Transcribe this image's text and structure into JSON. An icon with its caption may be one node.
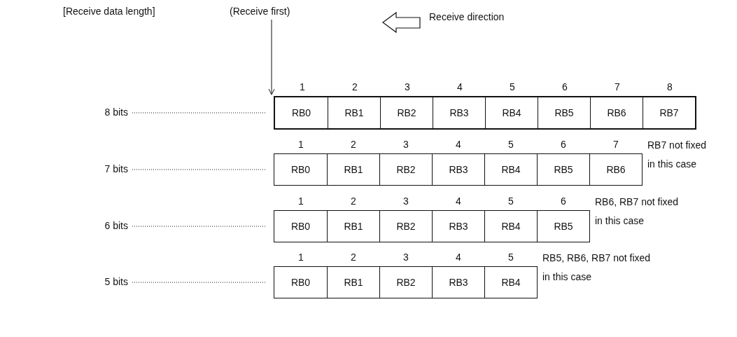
{
  "diagram": {
    "nodes": [
      {
        "text": [
          "(Receive first)"
        ]
      },
      {
        "text": [
          "8 bits"
        ]
      },
      {
        "text": [],
        "shape": "box"
      },
      {
        "text": [
          "RB0"
        ],
        "beside": [
          "1"
        ],
        "in": 2
      },
      {
        "text": [
          "RB1"
        ],
        "beside": [
          "2"
        ],
        "in": 2
      },
      {
        "text": [
          "RB2"
        ],
        "beside": [
          "3"
        ],
        "in": 2
      },
      {
        "text": [
          "RB3"
        ],
        "beside": [
          "4"
        ],
        "in": 2
      },
      {
        "text": [
          "RB4"
        ],
        "beside": [
          "5"
        ],
        "in": 2
      },
      {
        "text": [
          "RB5"
        ],
        "beside": [
          "6"
        ],
        "in": 2
      },
      {
        "text": [
          "RB6"
        ],
        "beside": [
          "7"
        ],
        "in": 2
      },
      {
        "text": [
          "RB7"
        ],
        "beside": [
          "8"
        ],
        "in": 2
      },
      {
        "text": [
          "7 bits"
        ]
      },
      {
        "text": [],
        "shape": "box",
        "beside": [
          "RB7 not fixed in this case"
        ]
      },
      {
        "text": [
          "RB0"
        ],
        "beside": [
          "1"
        ],
        "in": 12
      },
      {
        "text": [
          "RB1"
        ],
        "beside": [
          "2"
        ],
        "in": 12
      },
      {
        "text": [
          "RB2"
        ],
        "beside": [
          "3"
        ],
        "in": 12
      },
      {
        "text": [
          "RB3"
        ],
        "beside": [
          "4"
        ],
        "in": 12
      },
      {
        "text": [
          "RB4"
        ],
        "beside": [
          "5"
        ],
        "in": 12
      },
      {
        "text": [
          "RB5"
        ],
        "beside": [
          "6"
        ],
        "in": 12
      },
      {
        "text": [
          "RB6"
        ],
        "beside": [
          "7"
        ],
        "in": 12
      },
      {
        "text": [
          "6 bits"
        ]
      },
      {
        "text": [],
        "shape": "box",
        "beside": [
          "RB6, RB7 not fixed in this case"
        ]
      },
      {
        "text": [
          "RB0"
        ],
        "beside": [
          "1"
        ],
        "in": 21
      },
      {
        "text": [
          "RB1"
        ],
        "beside": [
          "2"
        ],
        "in": 21
      },
      {
        "text": [
          "RB2"
        ],
        "beside": [
          "3"
        ],
        "in": 21
      },
      {
        "text": [
          "RB3"
        ],
        "beside": [
          "4"
        ],
        "in": 21
      },
      {
        "text": [
          "RB4"
        ],
        "beside": [
          "5"
        ],
        "in": 21
      },
      {
        "text": [
          "RB5"
        ],
        "beside": [
          "6"
        ],
        "in": 21
      },
      {
        "text": [
          "5 bits"
        ]
      },
      {
        "text": [],
        "shape": "box",
        "beside": [
          "RB5, RB6, RB7 not fixed in this case"
        ]
      },
      {
        "text": [
          "RB0"
        ],
        "beside": [
          "1"
        ],
        "in": 29
      },
      {
        "text": [
          "RB1"
        ],
        "beside": [
          "2"
        ],
        "in": 29
      },
      {
        "text": [
          "RB2"
        ],
        "beside": [
          "3"
        ],
        "in": 29
      },
      {
        "text": [
          "RB3"
        ],
        "beside": [
          "4"
        ],
        "in": 29
      },
      {
        "text": [
          "RB4"
        ],
        "beside": [
          "5"
        ],
        "in": 29
      }
    ],
    "edges": [
      {
        "from": 0,
        "to": 2,
        "arrow": "to"
      },
      {
        "from": 1,
        "to": 2,
        "arrow": "none",
        "style": "dashed"
      },
      {
        "from": 11,
        "to": 12,
        "arrow": "none",
        "style": "dashed"
      },
      {
        "from": 20,
        "to": 21,
        "arrow": "none",
        "style": "dashed"
      },
      {
        "from": 28,
        "to": 29,
        "arrow": "none",
        "style": "dashed"
      }
    ],
    "labels": [
      "[Receive data length]",
      "Receive direction"
    ]
  }
}
